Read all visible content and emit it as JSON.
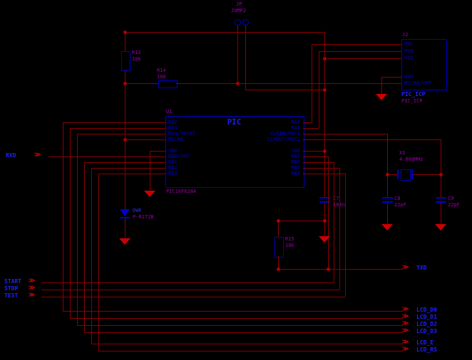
{
  "jumper": {
    "designator": "JP",
    "label": "JUMP2"
  },
  "icp": {
    "designator": "J2",
    "name": "PIC_ICP",
    "part": "PIC_ICP",
    "pins": [
      "PGC",
      "PGD",
      "VDD",
      "GND",
      "MCLR#/VPP"
    ]
  },
  "mcu": {
    "designator": "U1",
    "title": "PIC",
    "part": "PIC16F628A",
    "left_pins": [
      "RA2",
      "RA3",
      "RA4/T0CKI",
      "MCLR#",
      "GND",
      "RB0/INT",
      "RB1",
      "RB2",
      "RB3"
    ],
    "right_pins": [
      "RA1",
      "RA0",
      "CLKIN/OSC1",
      "CLKOUT/OSC2",
      "VDD",
      "RB7",
      "RB6",
      "RB5",
      "RB4"
    ]
  },
  "r12": {
    "ref": "R12",
    "value": "10k"
  },
  "r14": {
    "ref": "R14",
    "value": "100"
  },
  "r15": {
    "ref": "R15",
    "value": "10k"
  },
  "c7": {
    "ref": "C7",
    "value": "100n"
  },
  "c8": {
    "ref": "C8",
    "value": "22pF"
  },
  "c9": {
    "ref": "C9",
    "value": "22pF"
  },
  "x1": {
    "ref": "X1",
    "value": "4.000MHz"
  },
  "d1": {
    "ref": "DWR",
    "value": "P-R172B"
  },
  "nets": {
    "rxd": "RXD",
    "start": "START",
    "stop": "STOP",
    "test": "TEST",
    "txd": "TXD",
    "lcd_d0": "LCD_D0",
    "lcd_d1": "LCD_D1",
    "lcd_d2": "LCD_D2",
    "lcd_d3": "LCD_D3",
    "lcd_e": "LCD_E",
    "lcd_rs": "LCD_RS"
  },
  "colors": {
    "background": "#000000",
    "wire": "#8b0000",
    "component": "#0000cc",
    "designator": "#9900aa",
    "net_label": "#2020ff",
    "ground": "#cc0000"
  }
}
